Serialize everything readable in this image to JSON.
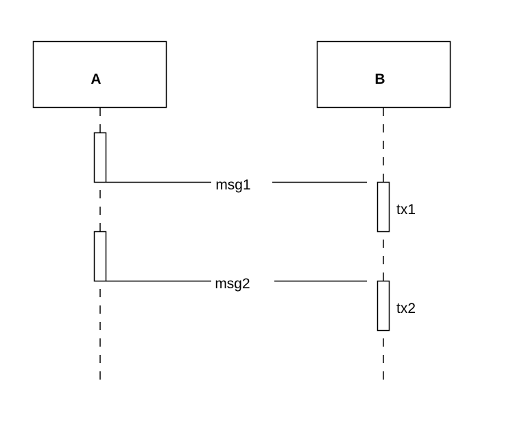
{
  "participants": [
    {
      "name": "A"
    },
    {
      "name": "B"
    }
  ],
  "messages": [
    {
      "label": "msg1",
      "from": "A",
      "to": "B"
    },
    {
      "label": "msg2",
      "from": "A",
      "to": "B"
    }
  ],
  "activation_labels": [
    "tx1",
    "tx2"
  ],
  "colors": {
    "stroke": "#000000",
    "background": "#ffffff"
  }
}
